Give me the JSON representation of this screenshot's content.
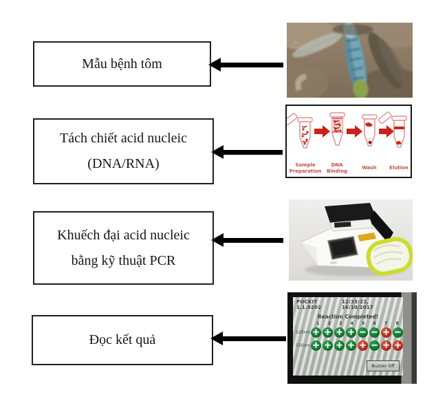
{
  "flow": {
    "steps": [
      {
        "id": "sample",
        "lines": [
          "Mẫu bệnh tôm"
        ]
      },
      {
        "id": "extraction",
        "lines": [
          "Tách chiết acid nucleic",
          "(DNA/RNA)"
        ]
      },
      {
        "id": "amplification",
        "lines": [
          "Khuếch đại acid nucleic",
          "bằng kỹ thuật PCR"
        ]
      },
      {
        "id": "readout",
        "lines": [
          "Đọc kết quả"
        ]
      }
    ]
  },
  "extraction_diagram": {
    "step_labels": [
      [
        "Sample",
        "Preparation"
      ],
      [
        "DNA",
        "Binding"
      ],
      [
        "Wash"
      ],
      [
        "Elution"
      ]
    ]
  },
  "result_screen": {
    "firmware": "POCKIT 1.1.0202",
    "timestamp": "12:33:21, 16/10/2017",
    "status": "Reaction Completed!",
    "columns": [
      "1",
      "2",
      "3",
      "4",
      "5",
      "6",
      "7",
      "8"
    ],
    "rows": [
      {
        "label": "520nm",
        "wells": [
          "g+",
          "g+",
          "g+",
          "g+",
          "g-",
          "g-",
          "r+",
          "g-"
        ]
      },
      {
        "label": "550nm",
        "wells": [
          "g+",
          "g+",
          "g+",
          "g+",
          "r+",
          "g-",
          "r+",
          "r+"
        ]
      }
    ],
    "buzzer_label": "Buzzer Off"
  },
  "colors": {
    "arrow_black": "#000000",
    "diagram_red": "#c9281c",
    "well_positive_red": "#b02a18",
    "well_negative_green": "#0e6b28",
    "device_accent_yellow_green": "#ccdc30"
  },
  "icons": {
    "left_arrow": "◄",
    "plus_sign": "+",
    "minus_sign": "−"
  }
}
